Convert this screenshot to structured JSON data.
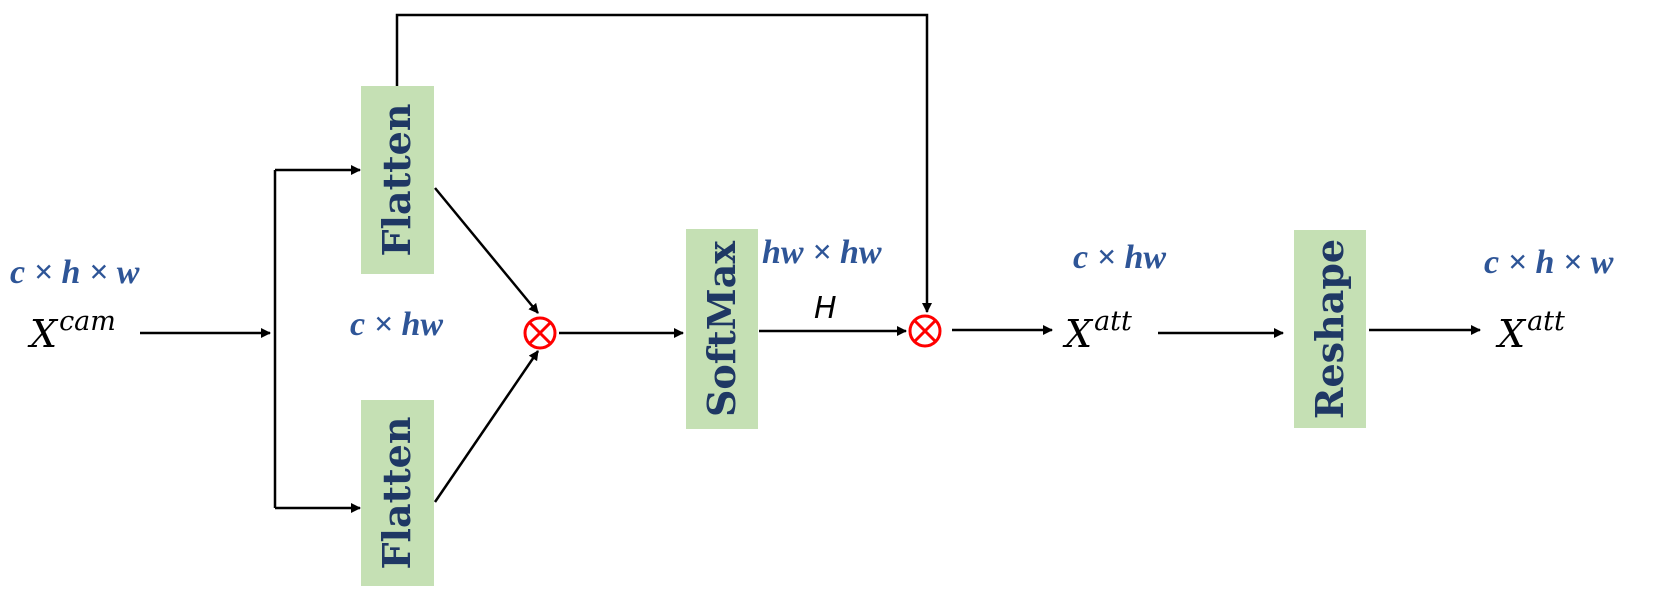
{
  "colors": {
    "box_fill": "#c5e0b4",
    "box_text": "#1f3864",
    "dim_text": "#2e5597",
    "operator": "#ff0000",
    "arrow": "#000000"
  },
  "input": {
    "symbol": "X",
    "superscript": "cam",
    "dims": "c × h × w"
  },
  "flatten_top": {
    "label": "Flatten"
  },
  "flatten_bottom": {
    "label": "Flatten"
  },
  "flatten_dims": "c × hw",
  "multiply_1": {
    "icon": "circled-times-icon"
  },
  "softmax": {
    "label": "SoftMax",
    "dims": "hw × hw",
    "output_label": "H"
  },
  "multiply_2": {
    "icon": "circled-times-icon"
  },
  "attention_mid": {
    "symbol": "X",
    "superscript": "att",
    "dims": "c × hw"
  },
  "reshape": {
    "label": "Reshape"
  },
  "output": {
    "symbol": "X",
    "superscript": "att",
    "dims": "c × h × w"
  }
}
